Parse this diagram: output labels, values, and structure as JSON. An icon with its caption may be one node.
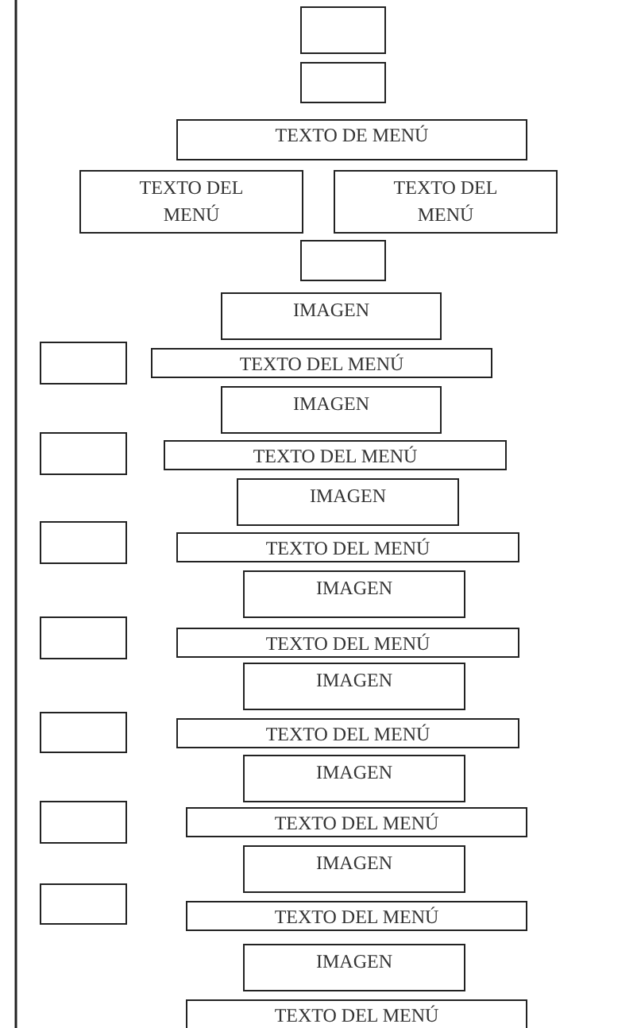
{
  "diagram": {
    "nodes": [
      {
        "text": [],
        "shape": "box"
      },
      {
        "text": [],
        "shape": "box"
      },
      {
        "text": [
          "TEXTO DE MENÚ"
        ]
      },
      {
        "text": [
          "TEXTO DEL MENÚ"
        ]
      },
      {
        "text": [
          "TEXTO DEL MENÚ"
        ]
      },
      {
        "text": [],
        "shape": "box"
      },
      {
        "text": [
          "IMAGEN"
        ]
      },
      {
        "text": [],
        "shape": "box"
      },
      {
        "text": [
          "TEXTO DEL MENÚ"
        ]
      },
      {
        "text": [
          "IMAGEN"
        ]
      },
      {
        "text": [],
        "shape": "box"
      },
      {
        "text": [
          "TEXTO DEL MENÚ"
        ]
      },
      {
        "text": [
          "IMAGEN"
        ]
      },
      {
        "text": [],
        "shape": "box"
      },
      {
        "text": [
          "TEXTO DEL MENÚ"
        ]
      },
      {
        "text": [
          "IMAGEN"
        ]
      },
      {
        "text": [],
        "shape": "box"
      },
      {
        "text": [
          "TEXTO DEL MENÚ"
        ]
      },
      {
        "text": [
          "IMAGEN"
        ]
      },
      {
        "text": [],
        "shape": "box"
      },
      {
        "text": [
          "TEXTO DEL MENÚ"
        ]
      },
      {
        "text": [
          "IMAGEN"
        ]
      },
      {
        "text": [],
        "shape": "box"
      },
      {
        "text": [
          "TEXTO DEL MENÚ"
        ]
      },
      {
        "text": [
          "IMAGEN"
        ]
      },
      {
        "text": [],
        "shape": "box"
      },
      {
        "text": [
          "TEXTO DEL MENÚ"
        ]
      },
      {
        "text": [
          "IMAGEN"
        ]
      },
      {
        "text": [
          "TEXTO DEL MENÚ"
        ]
      }
    ]
  }
}
